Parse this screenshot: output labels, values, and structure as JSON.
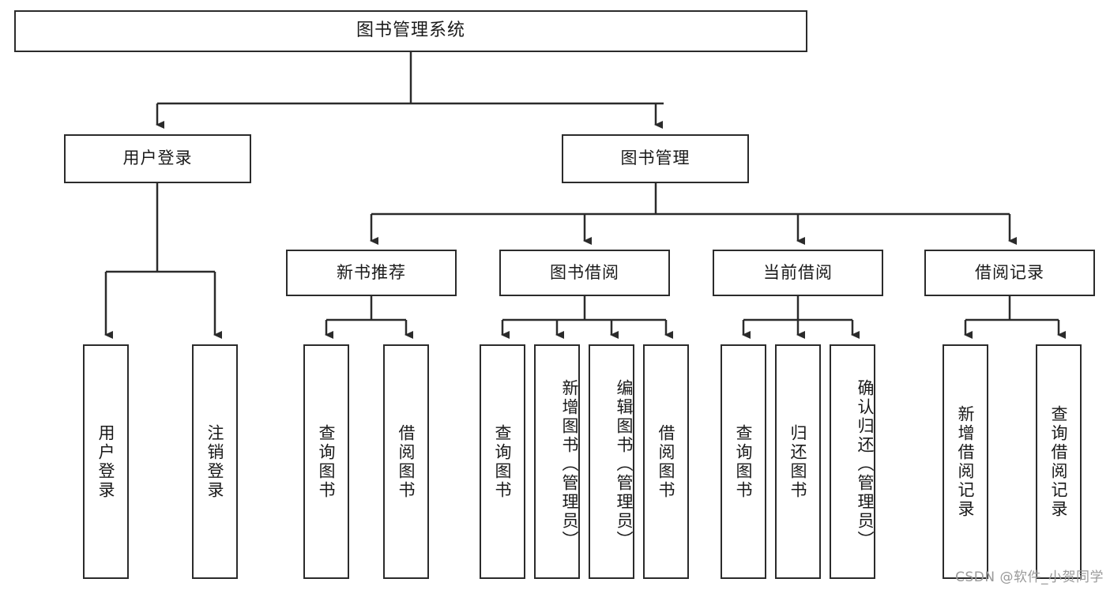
{
  "diagram": {
    "title": "图书管理系统",
    "type": "tree-hierarchy",
    "orientation": "top-down",
    "root": {
      "id": "root",
      "label": "图书管理系统"
    },
    "level2": [
      {
        "id": "user-login",
        "label": "用户登录"
      },
      {
        "id": "book-manage",
        "label": "图书管理"
      }
    ],
    "level3": [
      {
        "id": "new-book-rec",
        "label": "新书推荐",
        "parent": "book-manage"
      },
      {
        "id": "book-borrow",
        "label": "图书借阅",
        "parent": "book-manage"
      },
      {
        "id": "current-borrow",
        "label": "当前借阅",
        "parent": "book-manage"
      },
      {
        "id": "borrow-record",
        "label": "借阅记录",
        "parent": "book-manage"
      }
    ],
    "leaves": [
      {
        "id": "leaf-user-login",
        "label": "用户登录",
        "parent": "user-login",
        "overflow": false
      },
      {
        "id": "leaf-logout-login",
        "label": "注销登录",
        "parent": "user-login",
        "overflow": false
      },
      {
        "id": "leaf-query-book-1",
        "label": "查询图书",
        "parent": "new-book-rec",
        "overflow": false
      },
      {
        "id": "leaf-borrow-book-1",
        "label": "借阅图书",
        "parent": "new-book-rec",
        "overflow": false
      },
      {
        "id": "leaf-query-book-2",
        "label": "查询图书",
        "parent": "book-borrow",
        "overflow": false
      },
      {
        "id": "leaf-add-book",
        "label": "新增图书（管理员）",
        "parent": "book-borrow",
        "overflow": true
      },
      {
        "id": "leaf-edit-book",
        "label": "编辑图书（管理员）",
        "parent": "book-borrow",
        "overflow": true
      },
      {
        "id": "leaf-borrow-book-2",
        "label": "借阅图书",
        "parent": "book-borrow",
        "overflow": false
      },
      {
        "id": "leaf-query-book-3",
        "label": "查询图书",
        "parent": "current-borrow",
        "overflow": false
      },
      {
        "id": "leaf-return-book",
        "label": "归还图书",
        "parent": "current-borrow",
        "overflow": false
      },
      {
        "id": "leaf-confirm-return",
        "label": "确认归还（管理员）",
        "parent": "current-borrow",
        "overflow": true
      },
      {
        "id": "leaf-add-record",
        "label": "新增借阅记录",
        "parent": "borrow-record",
        "overflow": false
      },
      {
        "id": "leaf-query-record",
        "label": "查询借阅记录",
        "parent": "borrow-record",
        "overflow": false
      }
    ]
  },
  "watermark": {
    "text": "CSDN @软件_小贺同学"
  },
  "colors": {
    "stroke": "#2b2b2b",
    "fill": "#ffffff",
    "text": "#1a1a1a",
    "watermark": "#9a9a9a"
  }
}
